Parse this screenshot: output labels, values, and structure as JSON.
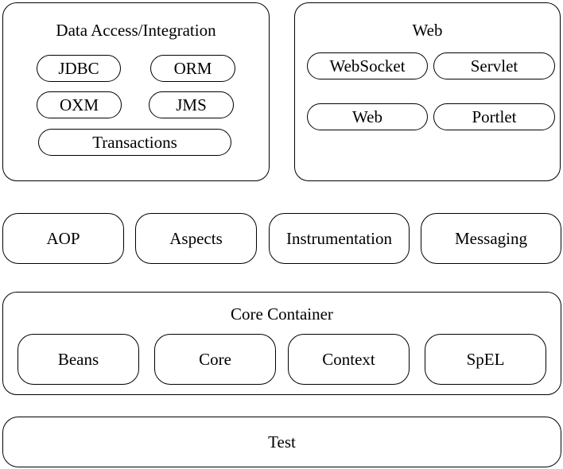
{
  "data_access": {
    "title": "Data Access/Integration",
    "jdbc": "JDBC",
    "orm": "ORM",
    "oxm": "OXM",
    "jms": "JMS",
    "transactions": "Transactions"
  },
  "web": {
    "title": "Web",
    "websocket": "WebSocket",
    "servlet": "Servlet",
    "web": "Web",
    "portlet": "Portlet"
  },
  "middle": {
    "aop": "AOP",
    "aspects": "Aspects",
    "instrumentation": "Instrumentation",
    "messaging": "Messaging"
  },
  "core_container": {
    "title": "Core Container",
    "beans": "Beans",
    "core": "Core",
    "context": "Context",
    "spel": "SpEL"
  },
  "test": {
    "label": "Test"
  }
}
